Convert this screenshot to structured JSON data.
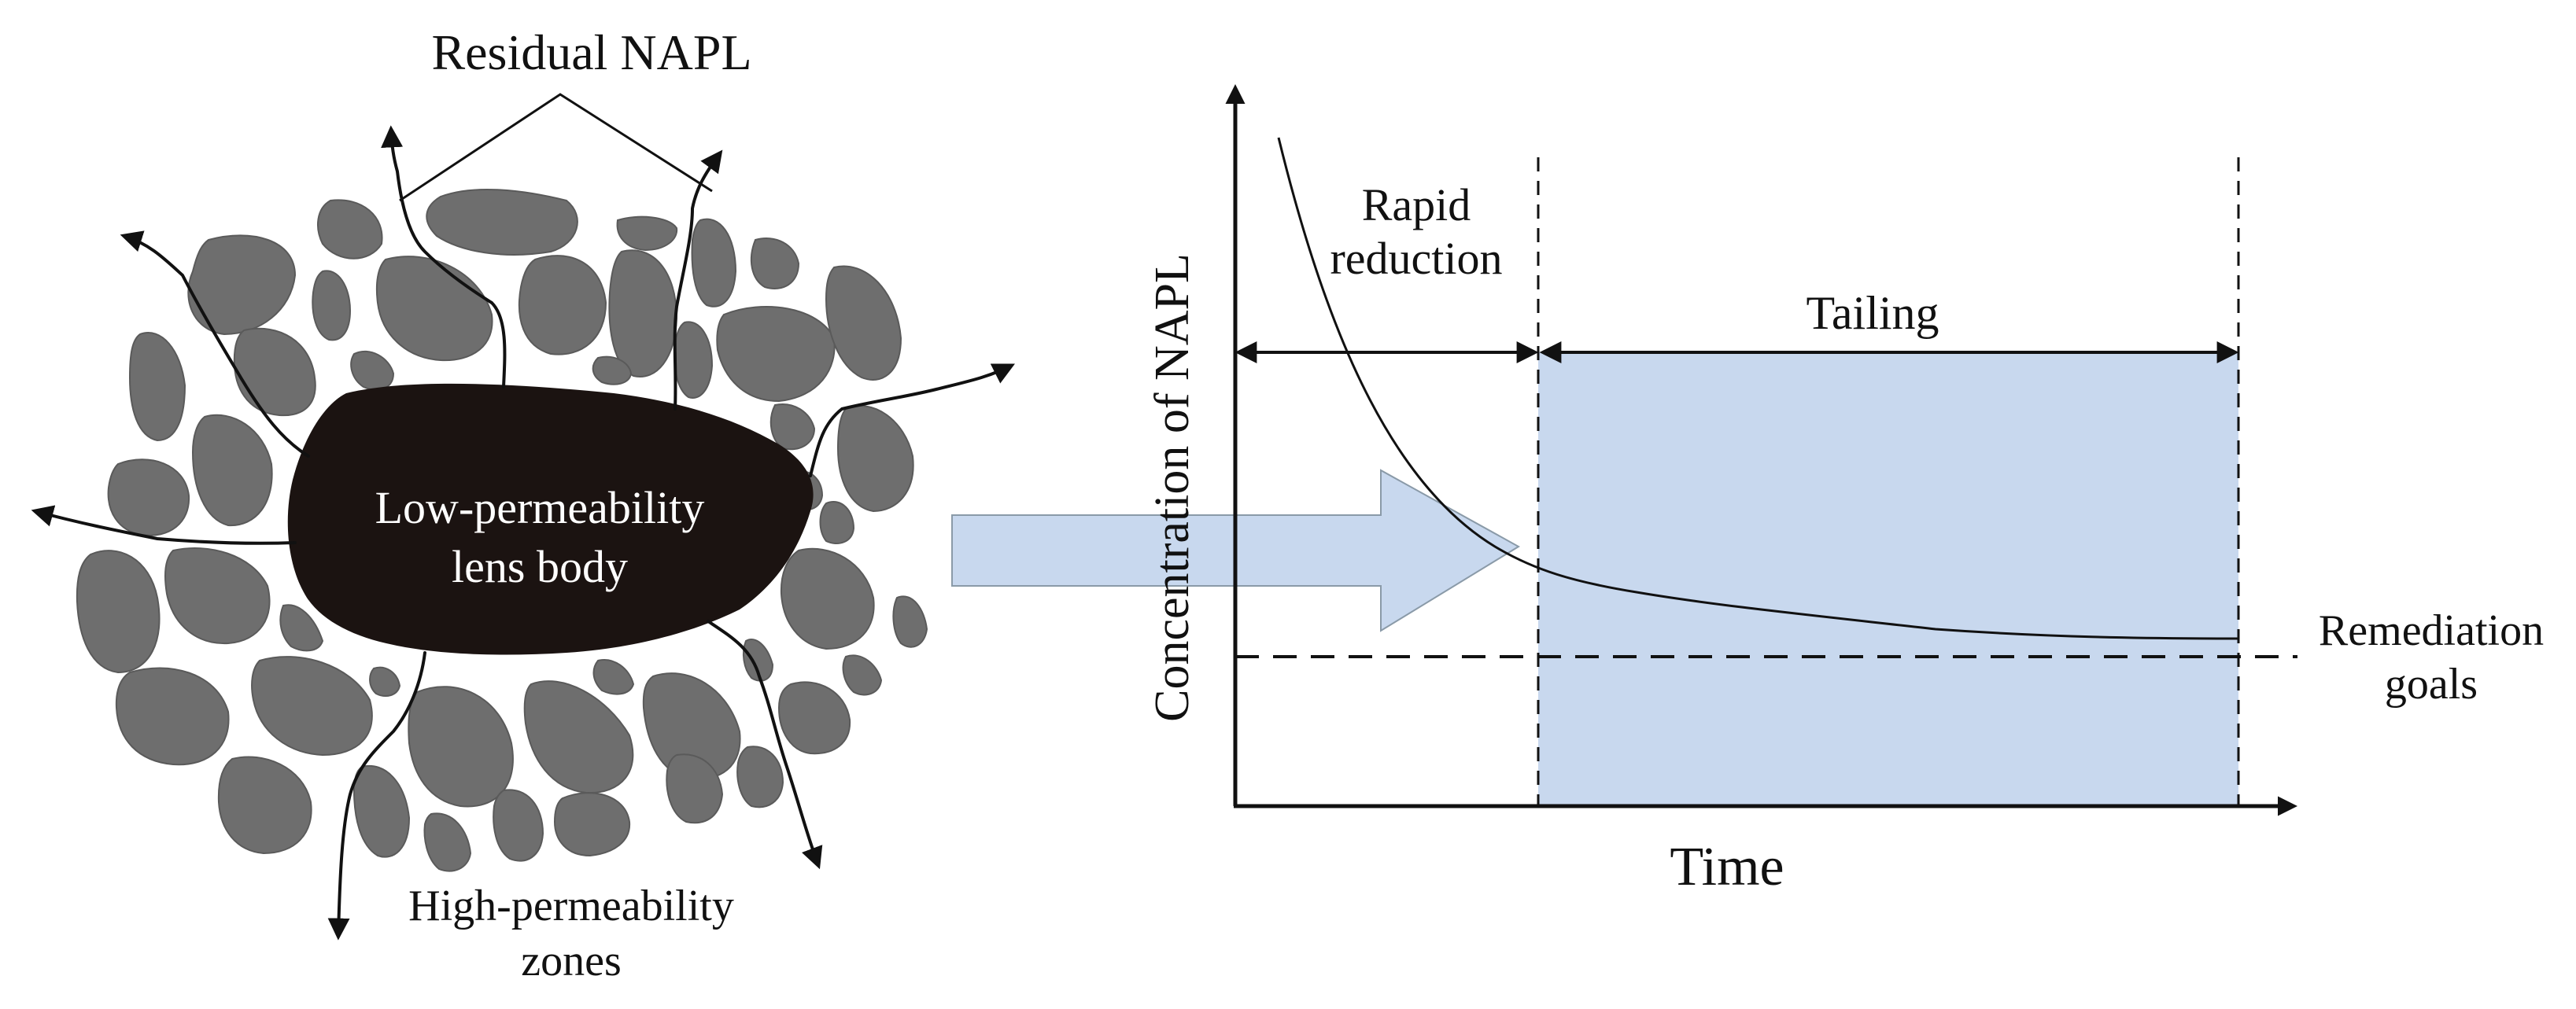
{
  "colors": {
    "lens_body": "#1b1311",
    "pebble": "#6e6e6e",
    "tailing_region": "#c8d8ee",
    "transfer_arrow": "#c8d8ee",
    "line": "#111111"
  },
  "left_panel": {
    "residual_napl_label": "Residual NAPL",
    "lens_label_line1": "Low-permeability",
    "lens_label_line2": "lens body",
    "high_perm_label_line1": "High-permeability",
    "high_perm_label_line2": "zones"
  },
  "right_panel": {
    "y_axis_label": "Concentration of NAPL",
    "x_axis_label": "Time",
    "rapid_label_line1": "Rapid",
    "rapid_label_line2": "reduction",
    "tailing_label": "Tailing",
    "goal_label_line1": "Remediation",
    "goal_label_line2": "goals"
  }
}
